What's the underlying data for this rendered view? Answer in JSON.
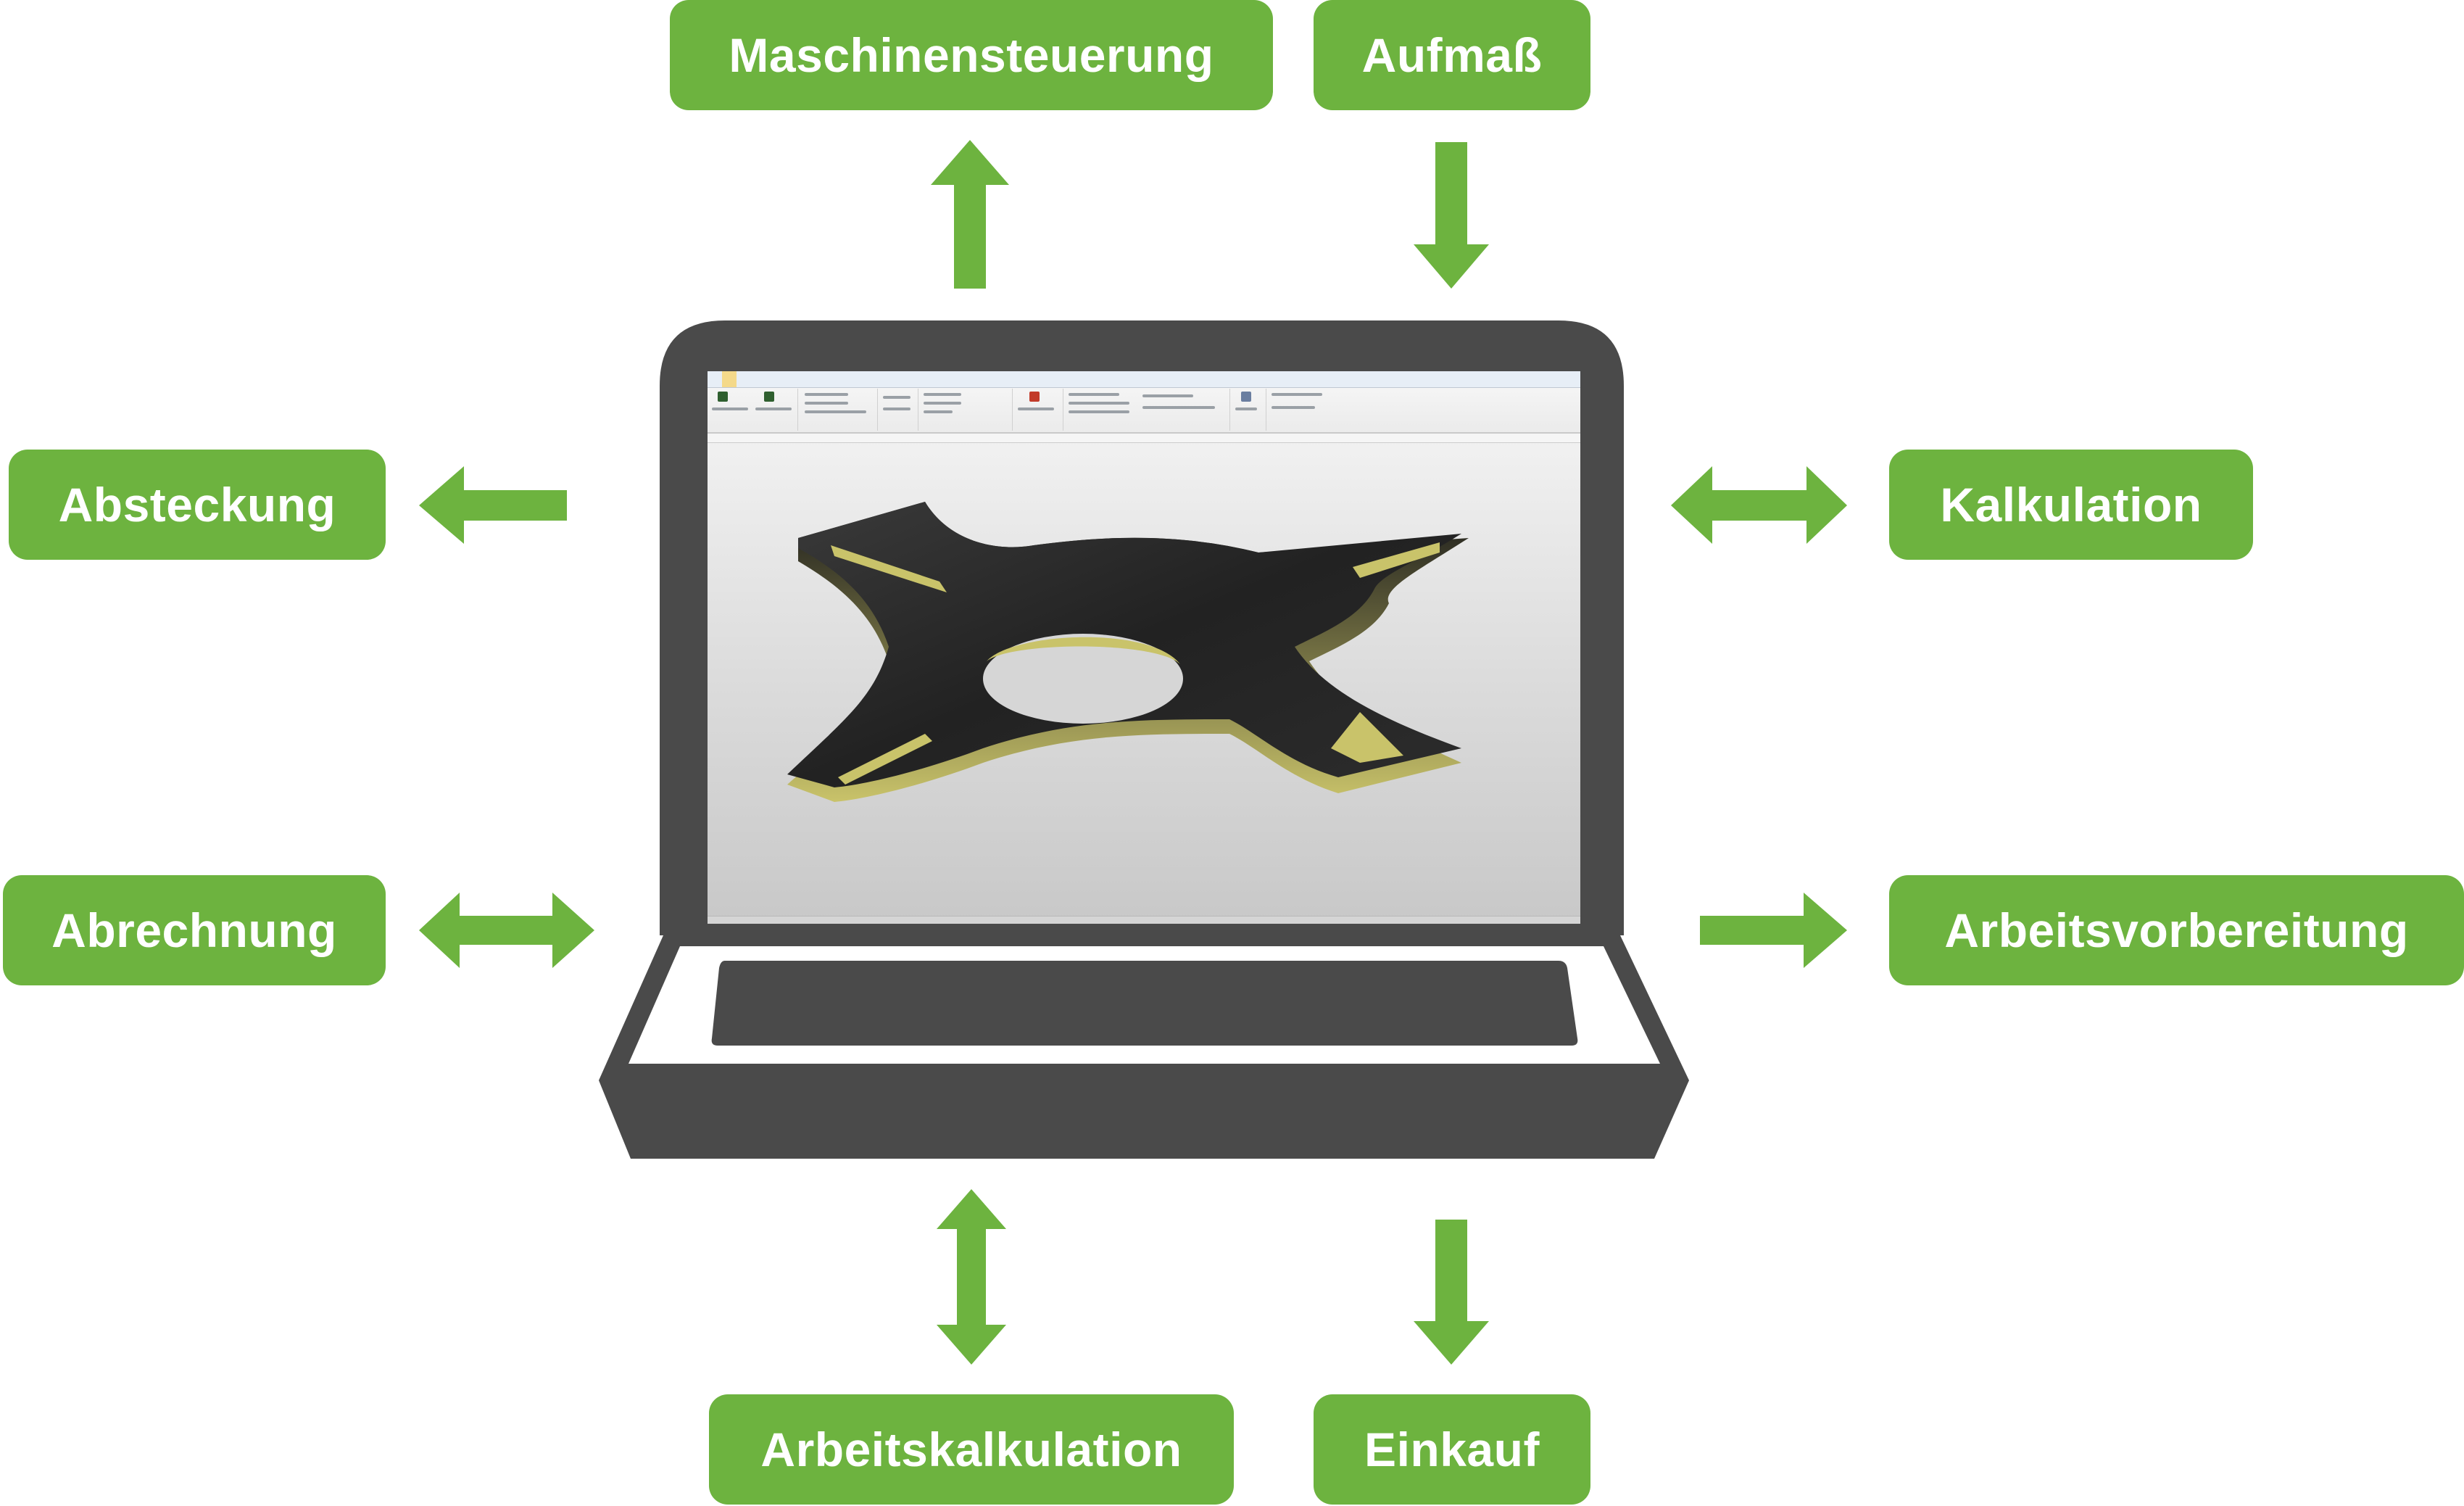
{
  "nodes": {
    "maschinensteuerung": "Maschinensteuerung",
    "aufmass": "Aufmaß",
    "absteckung": "Absteckung",
    "kalkulation": "Kalkulation",
    "abrechnung": "Abrechnung",
    "arbeitsvorbereitung": "Arbeitsvorbereitung",
    "arbeitskalkulation": "Arbeitskalkulation",
    "einkauf": "Einkauf"
  },
  "edges": [
    {
      "node": "Maschinensteuerung",
      "direction": "out"
    },
    {
      "node": "Aufmaß",
      "direction": "in"
    },
    {
      "node": "Absteckung",
      "direction": "out"
    },
    {
      "node": "Kalkulation",
      "direction": "both"
    },
    {
      "node": "Abrechnung",
      "direction": "both"
    },
    {
      "node": "Arbeitsvorbereitung",
      "direction": "out"
    },
    {
      "node": "Arbeitskalkulation",
      "direction": "both"
    },
    {
      "node": "Einkauf",
      "direction": "out"
    }
  ],
  "colors": {
    "node_fill": "#6db33f",
    "node_text": "#ffffff",
    "arrow": "#6db33f",
    "laptop_body": "#4a4a4a",
    "part_top": "#2b2b2b",
    "part_edge": "#c9c36a"
  },
  "icons": {
    "center": "laptop-icon",
    "screen_content": "cad-part-3d"
  }
}
